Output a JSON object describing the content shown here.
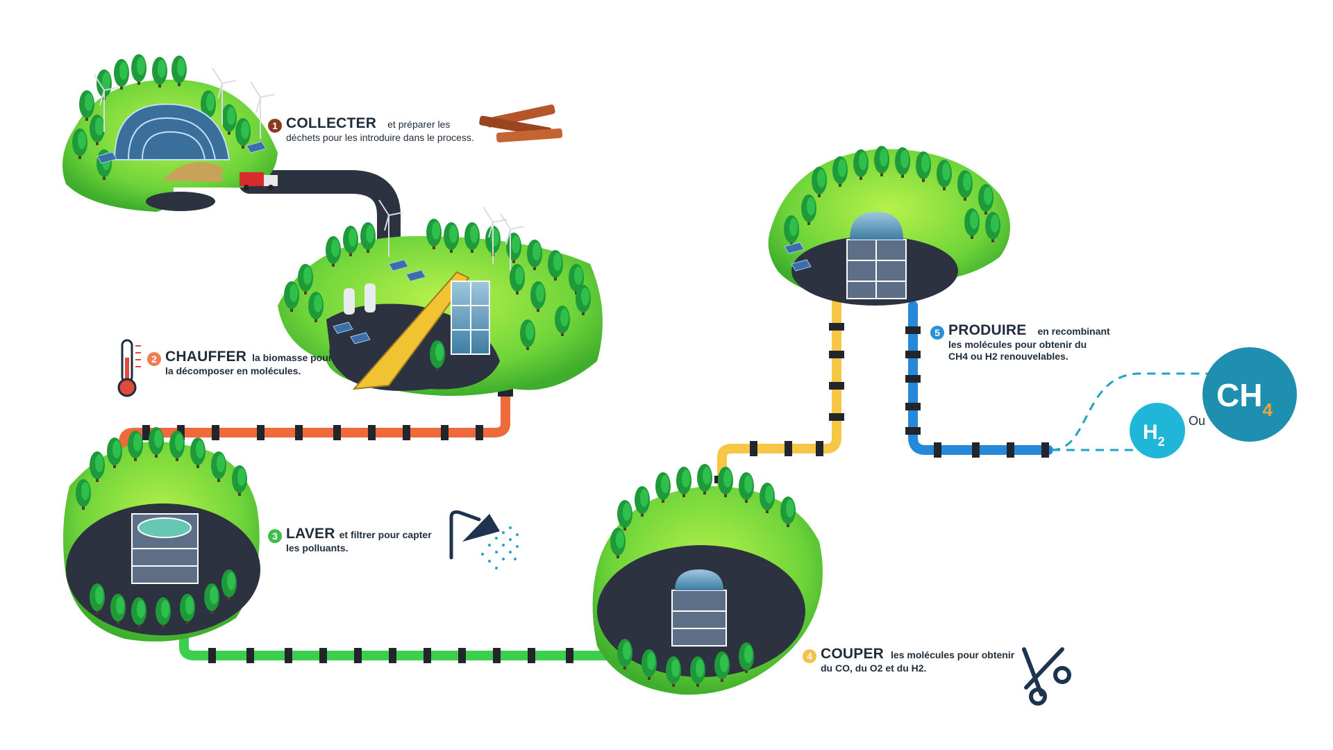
{
  "steps": [
    {
      "number": "1",
      "verb": "COLLECTER",
      "rest": "et préparer les",
      "line2": "déchets pour les introduire dans le process.",
      "color": "#8b3a22"
    },
    {
      "number": "2",
      "verb": "CHAUFFER",
      "rest": "la biomasse pour",
      "line2": "la décomposer en molécules.",
      "color": "#ef7d4f"
    },
    {
      "number": "3",
      "verb": "LAVER",
      "rest": "et filtrer pour capter",
      "line2": "les polluants.",
      "color": "#3fbf4a"
    },
    {
      "number": "4",
      "verb": "COUPER",
      "rest": "les molécules pour obtenir",
      "line2": "du CO, du O2 et du H2.",
      "color": "#f2c24a"
    },
    {
      "number": "5",
      "verb": "PRODUIRE",
      "rest": "en recombinant",
      "line2": "les molécules pour obtenir du",
      "line3": "CH4 ou H2 renouvelables.",
      "color": "#2b8fd6"
    }
  ],
  "products": {
    "h2": {
      "main": "H",
      "sub": "2",
      "color": "#1fb6d8"
    },
    "ch4": {
      "main": "CH",
      "sub": "4",
      "color": "#1f8fb0",
      "sub_color": "#f2a53a"
    },
    "or_label": "Ou"
  },
  "pipe_colors": {
    "road": "#2d3240",
    "orange": "#ef6a3a",
    "green": "#3ccf4e",
    "yellow": "#f6c744",
    "blue": "#2688d8",
    "collar": "#22252b"
  },
  "icons": [
    "wood-logs-icon",
    "thermometer-icon",
    "shower-icon",
    "scissors-icon"
  ]
}
